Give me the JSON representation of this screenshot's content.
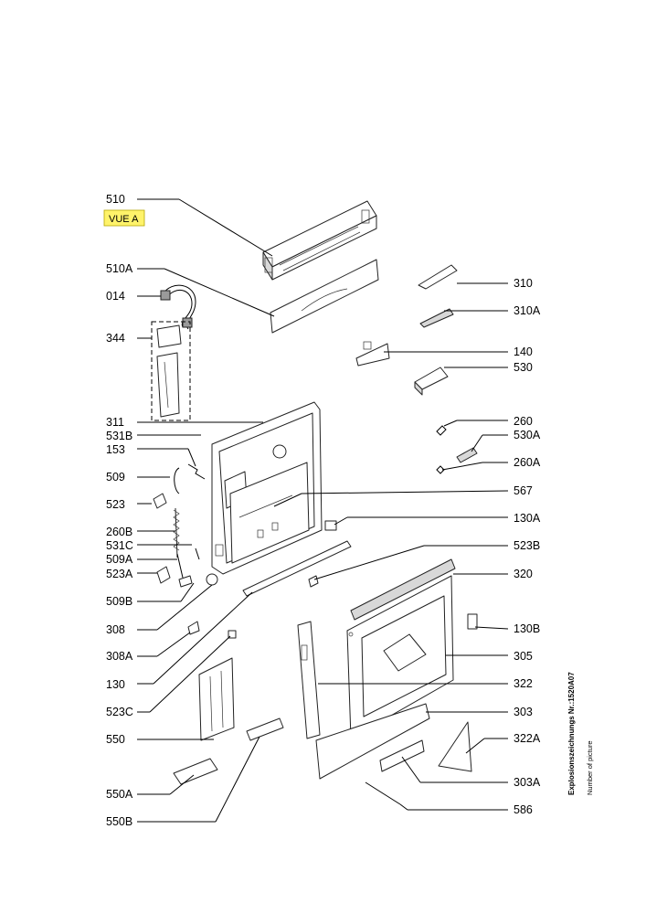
{
  "badge": {
    "label": "VUE A",
    "color": "#fff36a"
  },
  "footer": {
    "explosion_label": "Explosionszeichnungs Nr.:1520A07",
    "number_label": "Number of picture"
  },
  "labels": {
    "l510": "510",
    "l510A": "510A",
    "l014": "014",
    "l344": "344",
    "l311": "311",
    "l531B": "531B",
    "l153": "153",
    "l509": "509",
    "l523": "523",
    "l260B": "260B",
    "l531C": "531C",
    "l509A": "509A",
    "l523A": "523A",
    "l509B": "509B",
    "l308": "308",
    "l308A": "308A",
    "l130": "130",
    "l523C": "523C",
    "l550": "550",
    "l550A": "550A",
    "l550B": "550B",
    "r310": "310",
    "r310A": "310A",
    "r140": "140",
    "r530": "530",
    "r260": "260",
    "r530A": "530A",
    "r260A": "260A",
    "r567": "567",
    "r130A": "130A",
    "r523B": "523B",
    "r320": "320",
    "r130B": "130B",
    "r305": "305",
    "r322": "322",
    "r303": "303",
    "r322A": "322A",
    "r303A": "303A",
    "r586": "586"
  }
}
